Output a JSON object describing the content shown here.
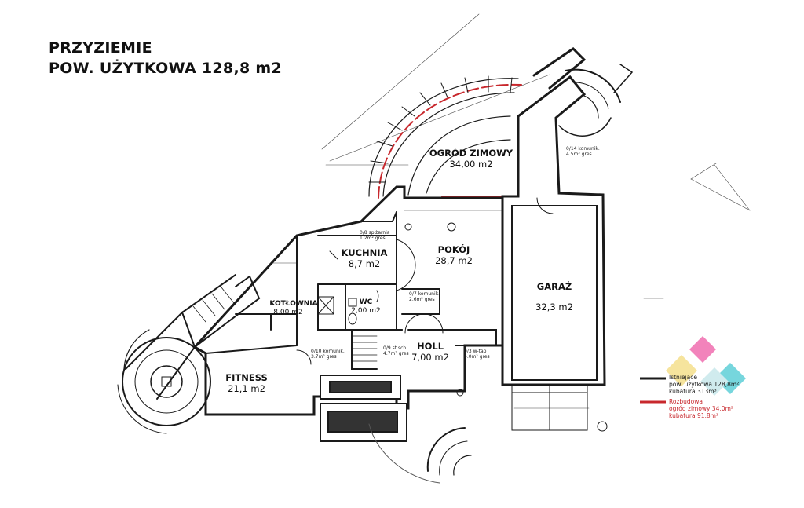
{
  "title": {
    "line1": "PRZYZIEMIE",
    "line2": "POW. UŻYTKOWA 128,8 m2"
  },
  "rooms": {
    "ogrod": {
      "name": "OGRÓD ZIMOWY",
      "area": "34,00 m2"
    },
    "pokoj": {
      "name": "POKÓJ",
      "area": "28,7 m2"
    },
    "kuchnia": {
      "name": "KUCHNIA",
      "area": "8,7 m2"
    },
    "garaz": {
      "name": "GARAŻ",
      "area": "32,3 m2"
    },
    "kotlownia": {
      "name": "KOTŁOWNIA",
      "area": "8,00 m2"
    },
    "wc": {
      "name": "WC",
      "area": "2,00 m2"
    },
    "holl": {
      "name": "HOLL",
      "area": "7,00 m2"
    },
    "fitness": {
      "name": "FITNESS",
      "area": "21,1 m2"
    }
  },
  "tags": {
    "t08": "0/8  spiżarnia",
    "t08b": "1.2m²  gres",
    "t07": "0/7  komunik.",
    "t07b": "2.6m²  gres",
    "t09": "0/9  st.sch",
    "t09b": "4.7m²  gres",
    "t10": "0/10  komunik.",
    "t10b": "3.7m²  gres",
    "t03": "0/3  w-tap",
    "t03b": "4.0m²  gres",
    "t14": "0/14 komunik.",
    "t14b": "4.5m²  gres"
  },
  "legend": {
    "existing_l1": "Istniejące",
    "existing_l2": "pow. użytkowa  128,8m²",
    "existing_l3": "kubatura  313m³",
    "new_l1": "Rozbudowa",
    "new_l2": "ogród zimowy  34,0m²",
    "new_l3": "kubatura  91,8m³"
  },
  "colors": {
    "ink": "#1a1a1a",
    "red_extension": "#c8282d",
    "logo_pink": "#f06eb0",
    "logo_yellow": "#f5e08c",
    "logo_cyan": "#5fd0d8"
  }
}
